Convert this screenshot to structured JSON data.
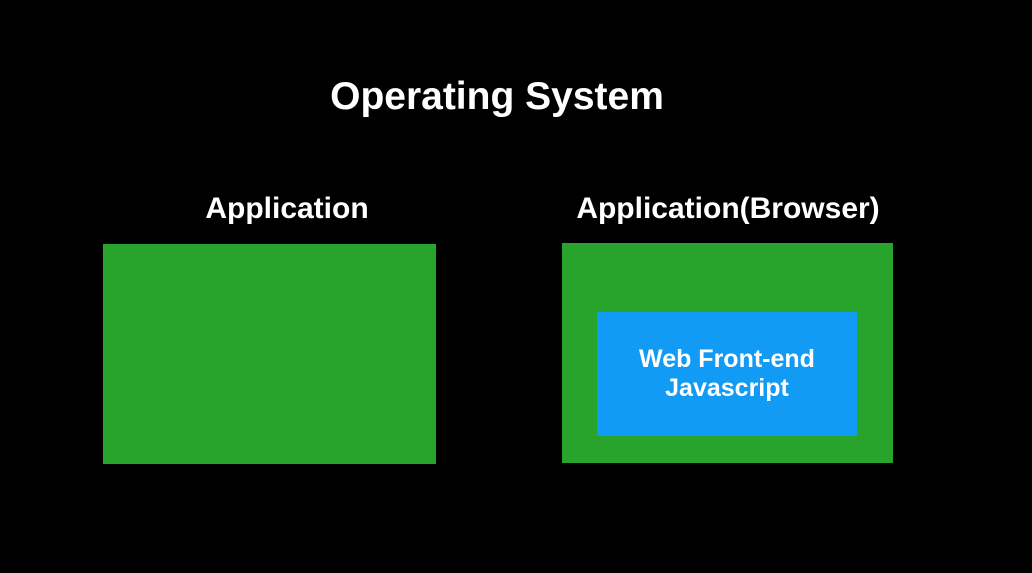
{
  "diagram": {
    "title": "Operating System",
    "colors": {
      "background": "#000000",
      "box_green": "#28a42c",
      "box_blue": "#119bf5",
      "text_white": "#ffffff"
    },
    "left_box": {
      "label": "Application"
    },
    "right_box": {
      "label": "Application(Browser)",
      "inner_box": {
        "line1": "Web Front-end",
        "line2": "Javascript"
      }
    }
  }
}
